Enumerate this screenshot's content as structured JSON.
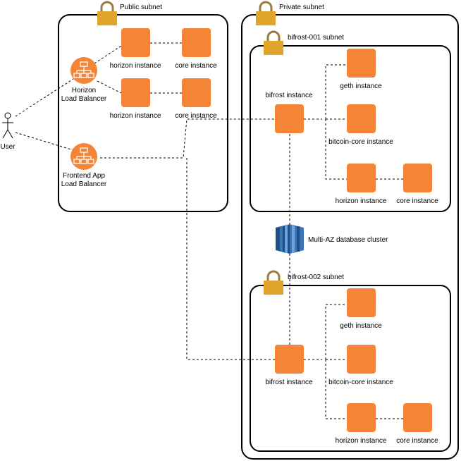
{
  "colors": {
    "instance": "#F58536",
    "instance_edge": "#D9692A",
    "lock": "#E1A52E",
    "lock_shackle": "#9A7C3F",
    "lb": "#F58536",
    "db_dark": "#1F4F86",
    "db_mid": "#3B74B7",
    "db_light": "#6AA4DB"
  },
  "subnets": {
    "public": "Public subnet",
    "private": "Private subnet",
    "bifrost_001": "bifrost-001 subnet",
    "bifrost_002": "bifrost-002 subnet"
  },
  "user": {
    "label": "User",
    "icon": "user-icon"
  },
  "load_balancers": {
    "horizon": {
      "line1": "Horizon",
      "line2": "Load Balancer"
    },
    "frontend": {
      "line1": "Frontend App",
      "line2": "Load Balancer"
    }
  },
  "public_instances": {
    "horizon_1": "horizon instance",
    "core_1": "core instance",
    "horizon_2": "horizon instance",
    "core_2": "core instance"
  },
  "bifrost_001": {
    "bifrost": "bifrost instance",
    "geth": "geth instance",
    "bitcoin_core": "bitcoin-core instance",
    "horizon": "horizon instance",
    "core": "core instance"
  },
  "bifrost_002": {
    "bifrost": "bifrost instance",
    "geth": "geth instance",
    "bitcoin_core": "bitcoin-core instance",
    "horizon": "horizon instance",
    "core": "core instance"
  },
  "database": {
    "label": "Multi-AZ database cluster",
    "icon": "database-icon"
  }
}
